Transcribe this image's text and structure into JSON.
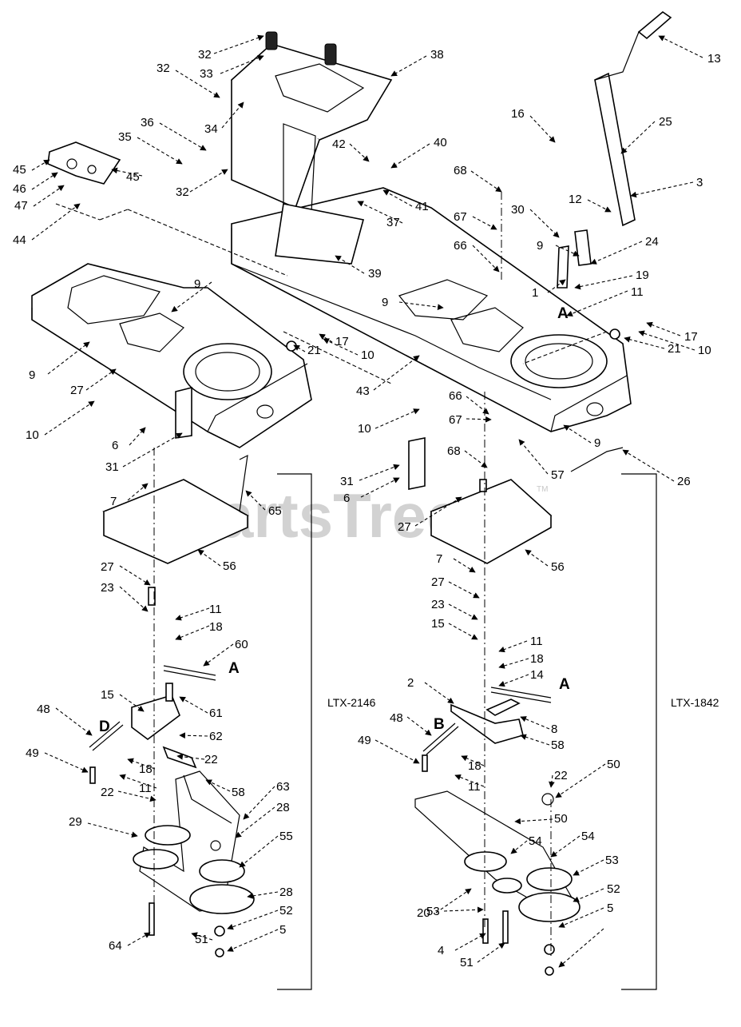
{
  "watermark": {
    "text": "PartsTree",
    "trademark": "TM"
  },
  "models": {
    "left": "LTX-2146",
    "right": "LTX-1842"
  },
  "reference_letters": {
    "a": "A",
    "b": "B",
    "d": "D"
  },
  "callouts": [
    "32",
    "33",
    "38",
    "13",
    "32",
    "34",
    "36",
    "35",
    "16",
    "25",
    "45",
    "46",
    "47",
    "45",
    "42",
    "40",
    "68",
    "3",
    "32",
    "12",
    "44",
    "41",
    "37",
    "67",
    "30",
    "9",
    "24",
    "66",
    "39",
    "1",
    "19",
    "9",
    "11",
    "9",
    "9",
    "10",
    "17",
    "21",
    "17",
    "10",
    "21",
    "27",
    "43",
    "10",
    "66",
    "9",
    "6",
    "10",
    "67",
    "31",
    "68",
    "57",
    "26",
    "31",
    "6",
    "7",
    "65",
    "27",
    "56",
    "56",
    "7",
    "27",
    "27",
    "23",
    "23",
    "11",
    "18",
    "15",
    "11",
    "60",
    "18",
    "14",
    "2",
    "61",
    "48",
    "15",
    "62",
    "48",
    "8",
    "58",
    "49",
    "22",
    "18",
    "11",
    "49",
    "18",
    "58",
    "11",
    "22",
    "50",
    "63",
    "22",
    "50",
    "28",
    "29",
    "54",
    "55",
    "54",
    "53",
    "28",
    "20",
    "53",
    "52",
    "52",
    "5",
    "64",
    "51",
    "5",
    "4",
    "51"
  ]
}
